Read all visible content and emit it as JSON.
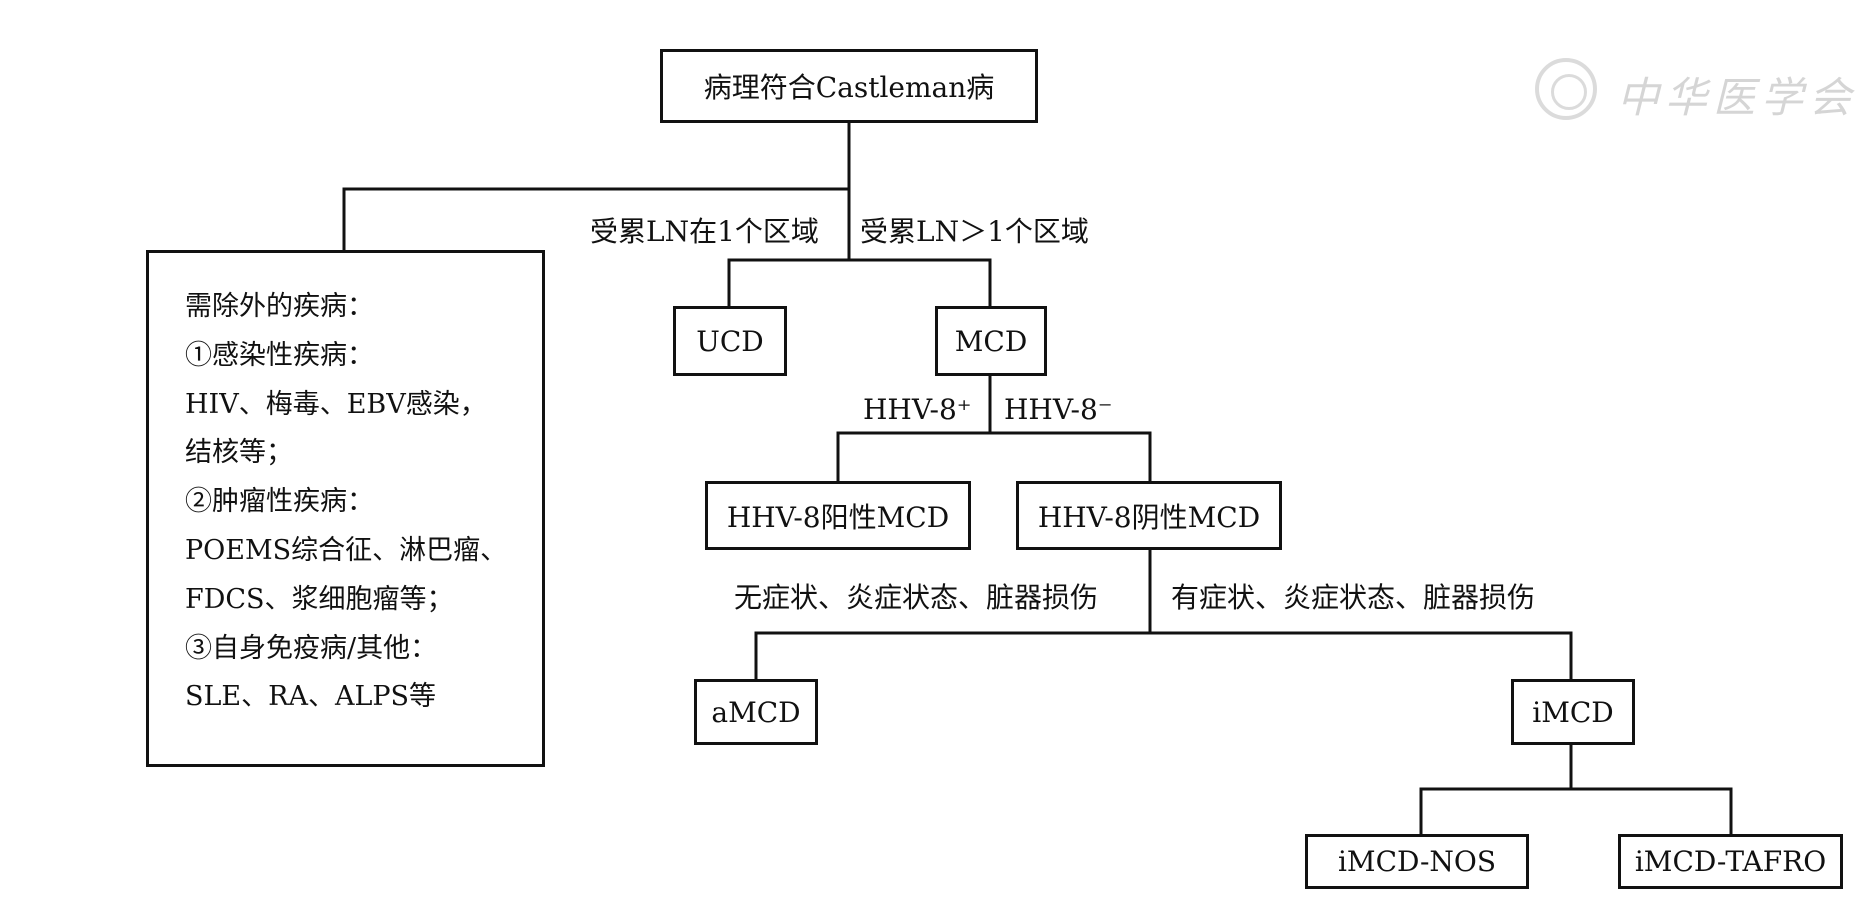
{
  "nodes": {
    "root": "病理符合Castleman病",
    "ucd": "UCD",
    "mcd": "MCD",
    "hhv8_pos": "HHV-8阳性MCD",
    "hhv8_neg": "HHV-8阴性MCD",
    "amcd": "aMCD",
    "imcd": "iMCD",
    "imcd_nos": "iMCD-NOS",
    "imcd_tafro": "iMCD-TAFRO"
  },
  "edge_labels": {
    "single_region": "受累LN在1个区域",
    "multi_region": "受累LN＞1个区域",
    "hhv8_pos": "HHV-8⁺",
    "hhv8_neg": "HHV-8⁻",
    "asymptomatic": "无症状、炎症状态、脏器损伤",
    "symptomatic": "有症状、炎症状态、脏器损伤"
  },
  "exclusion_box": {
    "lines": [
      "需除外的疾病：",
      "①感染性疾病：",
      "HIV、梅毒、EBV感染，",
      "结核等；",
      "②肿瘤性疾病：",
      "POEMS综合征、淋巴瘤、",
      "FDCS、浆细胞瘤等；",
      "③自身免疫病/其他：",
      "SLE、RA、ALPS等"
    ]
  },
  "watermark": {
    "text": "中华医学会"
  }
}
